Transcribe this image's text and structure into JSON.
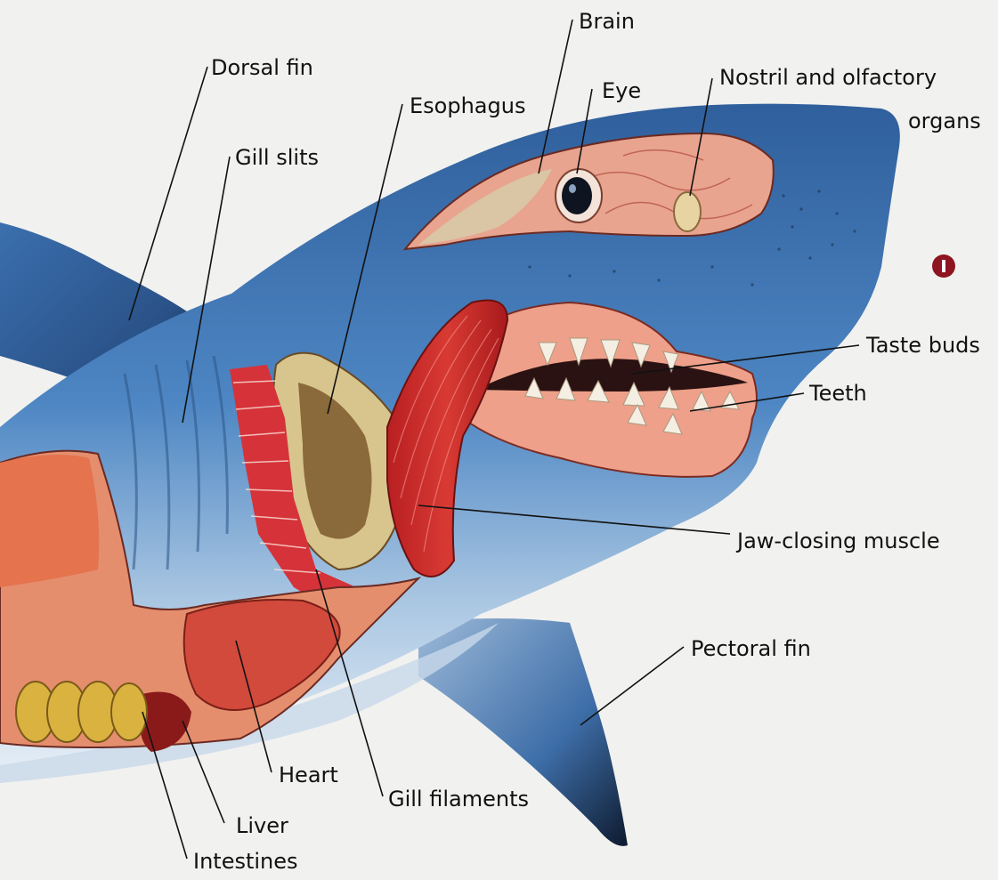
{
  "labels": {
    "brain": "Brain",
    "dorsal_fin": "Dorsal fin",
    "eye": "Eye",
    "nostril_line1": "Nostril and olfactory",
    "nostril_line2": "organs",
    "esophagus": "Esophagus",
    "gill_slits": "Gill slits",
    "taste_buds": "Taste buds",
    "teeth": "Teeth",
    "jaw_closing_muscle": "Jaw-closing muscle",
    "pectoral_fin": "Pectoral fin",
    "heart": "Heart",
    "gill_filaments": "Gill filaments",
    "liver": "Liver",
    "intestines": "Intestines"
  },
  "colors": {
    "background": "#f1f1ef",
    "shark_blue": "#3f74b3",
    "shark_belly": "#e6eef6",
    "muscle_red": "#c9302b",
    "flesh_pink": "#e9a58e",
    "marker": "#8d1420"
  },
  "icons": {
    "marker": "red-circle-marker-icon"
  }
}
